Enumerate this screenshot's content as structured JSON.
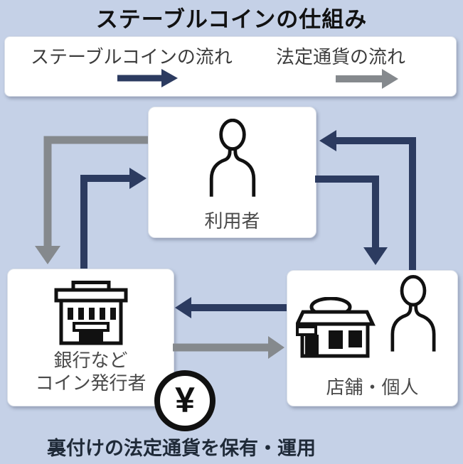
{
  "title": "ステーブルコインの仕組み",
  "legend": {
    "stablecoin_label": "ステーブルコインの流れ",
    "fiat_label": "法定通貨の流れ"
  },
  "nodes": {
    "user": {
      "label": "利用者",
      "icon": "person-icon"
    },
    "issuer": {
      "label_line1": "銀行など",
      "label_line2": "コイン発行者",
      "icon": "bank-icon"
    },
    "shop": {
      "label": "店舗・個人",
      "icons": [
        "storefront-icon",
        "person-icon"
      ]
    }
  },
  "coin": {
    "symbol": "¥",
    "name": "yen-coin"
  },
  "caption": "裏付けの法定通貨を保有・運用",
  "flows": [
    {
      "name": "issuer-to-user",
      "type": "stablecoin"
    },
    {
      "name": "user-to-shop",
      "type": "stablecoin"
    },
    {
      "name": "shop-to-issuer",
      "type": "stablecoin"
    },
    {
      "name": "shop-to-user",
      "type": "stablecoin"
    },
    {
      "name": "user-to-issuer",
      "type": "fiat"
    },
    {
      "name": "issuer-to-shop",
      "type": "fiat"
    }
  ],
  "colors": {
    "background": "#c5d1e7",
    "panel": "#ffffff",
    "stablecoin_arrow": "#2c3b60",
    "fiat_arrow": "#85898d",
    "title_text": "#111111",
    "label_text": "#4a4a4a",
    "caption_text": "#1f2a38",
    "icon_ink": "#111111"
  }
}
